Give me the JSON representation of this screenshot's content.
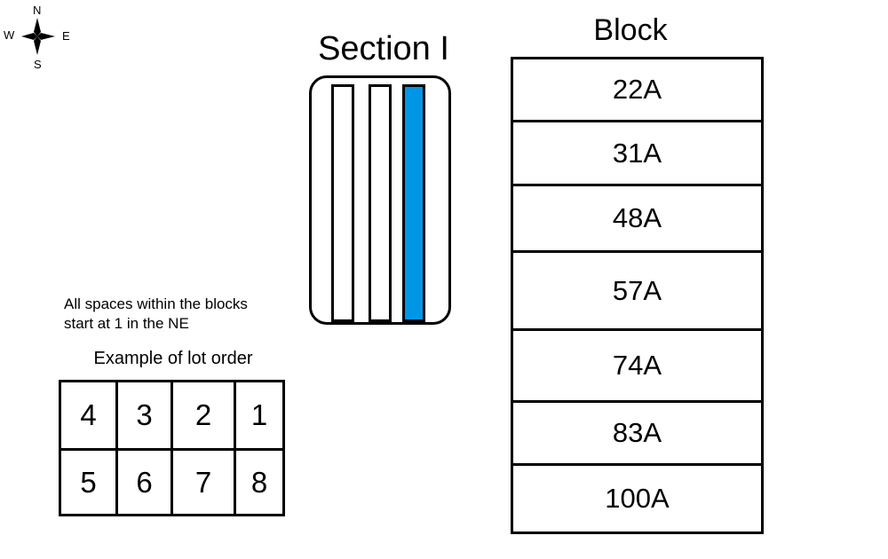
{
  "compass": {
    "north": "N",
    "south": "S",
    "east": "E",
    "west": "W"
  },
  "section": {
    "title": "Section I",
    "rows": [
      {
        "highlighted": false
      },
      {
        "highlighted": false
      },
      {
        "highlighted": true
      }
    ],
    "highlight_color": "#0096e6"
  },
  "block": {
    "title": "Block",
    "items": [
      "22A",
      "31A",
      "48A",
      "57A",
      "74A",
      "83A",
      "100A"
    ]
  },
  "note": {
    "line1": "All spaces within the blocks",
    "line2": "start at 1 in the NE"
  },
  "lot_example": {
    "title": "Example of lot order",
    "top_row": [
      "4",
      "3",
      "2",
      "1"
    ],
    "bottom_row": [
      "5",
      "6",
      "7",
      "8"
    ]
  }
}
